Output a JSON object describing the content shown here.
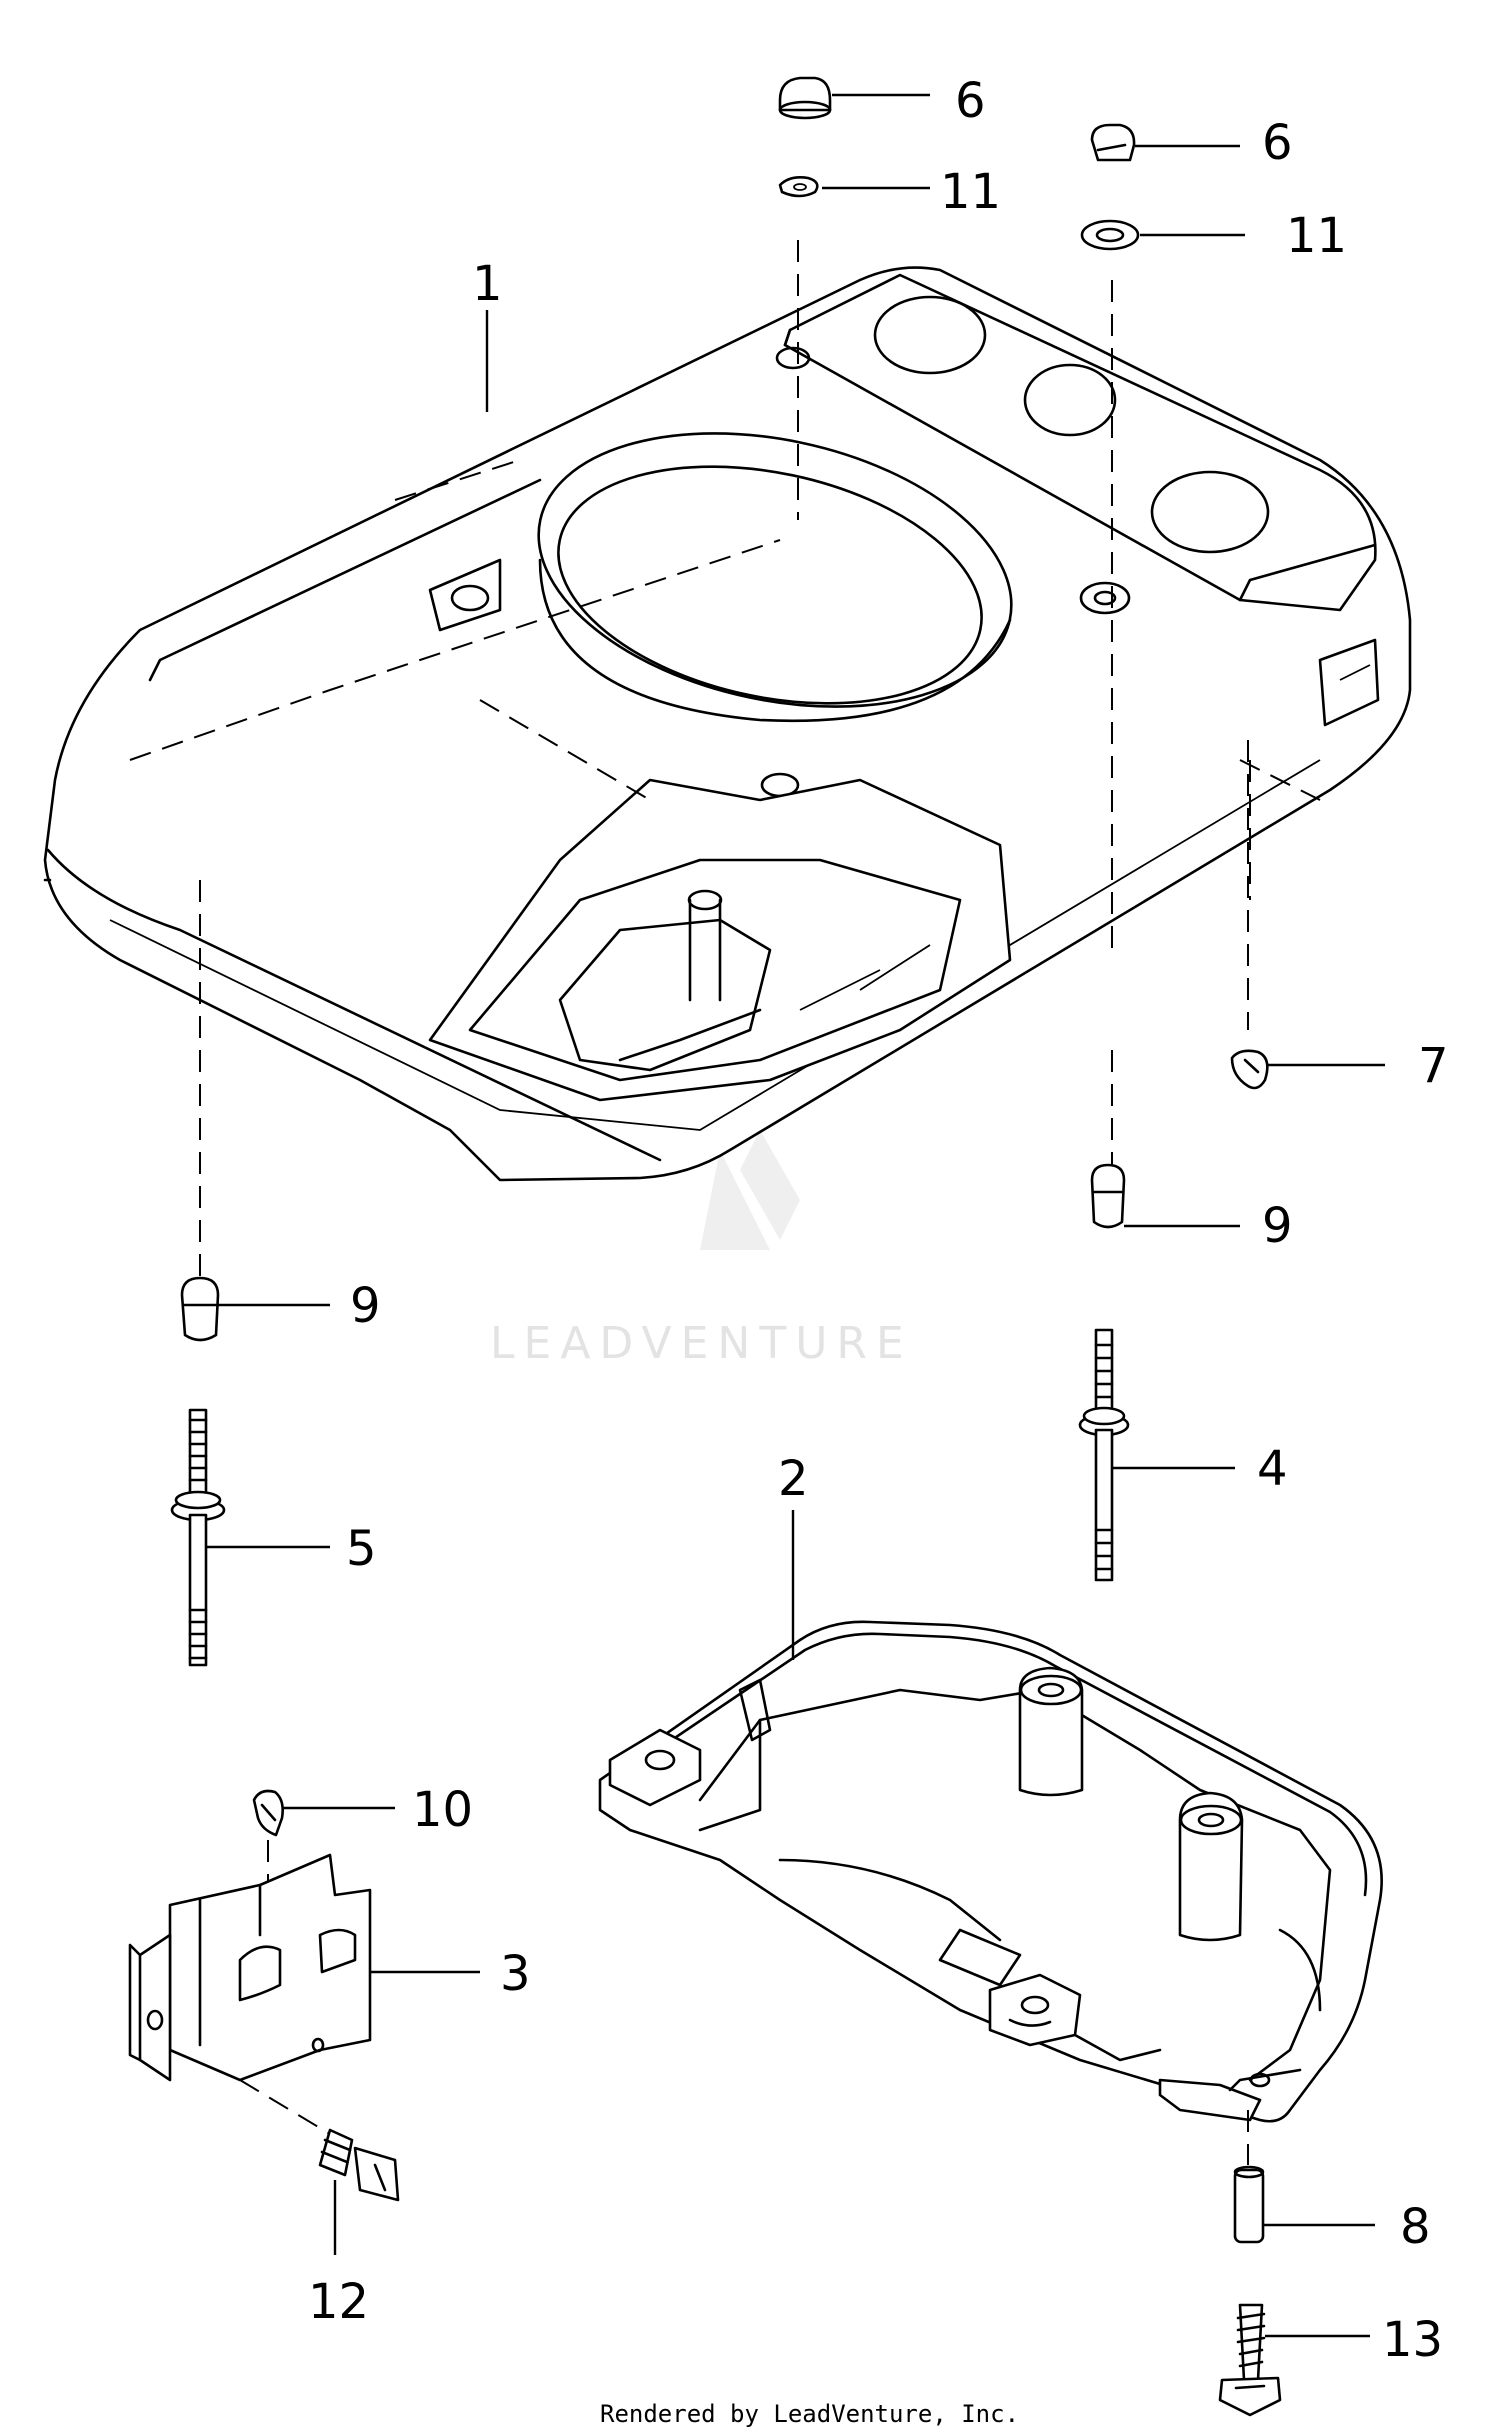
{
  "callouts": [
    {
      "id": "c1",
      "text": "1"
    },
    {
      "id": "c2",
      "text": "2"
    },
    {
      "id": "c3",
      "text": "3"
    },
    {
      "id": "c4",
      "text": "4"
    },
    {
      "id": "c5",
      "text": "5"
    },
    {
      "id": "c6a",
      "text": "6"
    },
    {
      "id": "c6b",
      "text": "6"
    },
    {
      "id": "c7",
      "text": "7"
    },
    {
      "id": "c8",
      "text": "8"
    },
    {
      "id": "c9a",
      "text": "9"
    },
    {
      "id": "c9b",
      "text": "9"
    },
    {
      "id": "c10",
      "text": "10"
    },
    {
      "id": "c11a",
      "text": "11"
    },
    {
      "id": "c11b",
      "text": "11"
    },
    {
      "id": "c12",
      "text": "12"
    },
    {
      "id": "c13",
      "text": "13"
    }
  ],
  "watermark": "LEADVENTURE",
  "footer": "Rendered by LeadVenture, Inc."
}
